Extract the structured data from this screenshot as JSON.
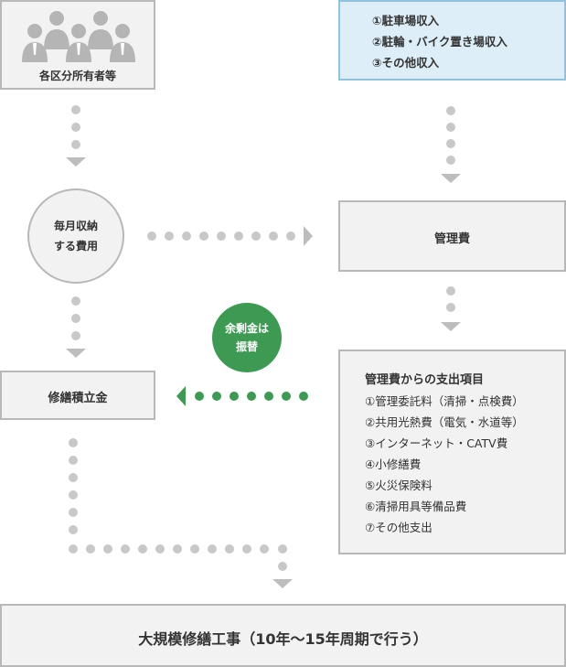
{
  "owners_box": {
    "label": "各区分所有者等"
  },
  "income_box": {
    "items": [
      "①駐車場収入",
      "②駐輪・バイク置き場収入",
      "③その他収入"
    ]
  },
  "monthly_circle": {
    "line1": "毎月収納",
    "line2": "する費用"
  },
  "kanrihi_box": {
    "label": "管理費"
  },
  "surplus_circle": {
    "line1": "余剰金は",
    "line2": "振替"
  },
  "reserve_box": {
    "label": "修繕積立金"
  },
  "expense_box": {
    "title": "管理費からの支出項目",
    "items": [
      "①管理委託料（清掃・点検費）",
      "②共用光熱費（電気・水道等）",
      "③インターネット・CATV費",
      "④小修繕費",
      "⑤火災保険料",
      "⑥清掃用具等備品費",
      "⑦その他支出"
    ]
  },
  "major_repair_box": {
    "label": "大規模修繕工事（10年～15年周期で行う）"
  },
  "colors": {
    "box_fill": "#f2f2f2",
    "box_border": "#b8b8b8",
    "income_fill": "#ddeef8",
    "income_border": "#8fc3df",
    "accent_green": "#3c9a52",
    "dot_gray": "#c8c8c8"
  }
}
